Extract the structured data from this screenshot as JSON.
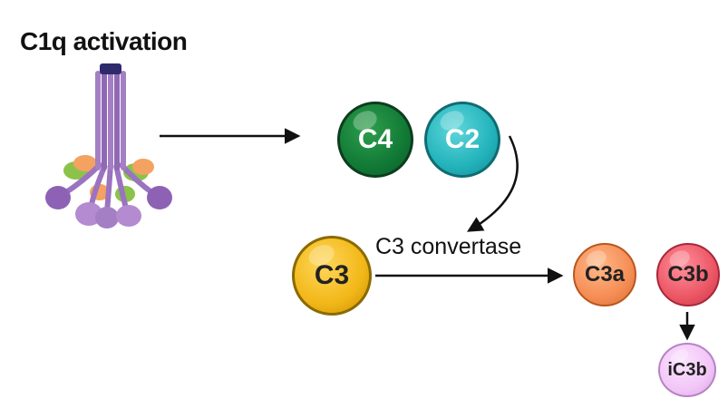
{
  "title": "C1q activation",
  "convertase_label": "C3 convertase",
  "components": {
    "c4": "C4",
    "c2": "C2",
    "c3": "C3",
    "c3a": "C3a",
    "c3b": "C3b",
    "ic3b": "iC3b"
  },
  "colors": {
    "c4": "#117a36",
    "c2": "#23b3bb",
    "c3": "#f2b718",
    "c3a": "#f58d55",
    "c3b": "#ec5665",
    "ic3b": "#f2c6f7",
    "c1q_stalk": "#a47fc4",
    "c1q_heads": "#b48ad1",
    "arrow": "#111111"
  },
  "icons": [
    "c1q-protein-icon"
  ]
}
